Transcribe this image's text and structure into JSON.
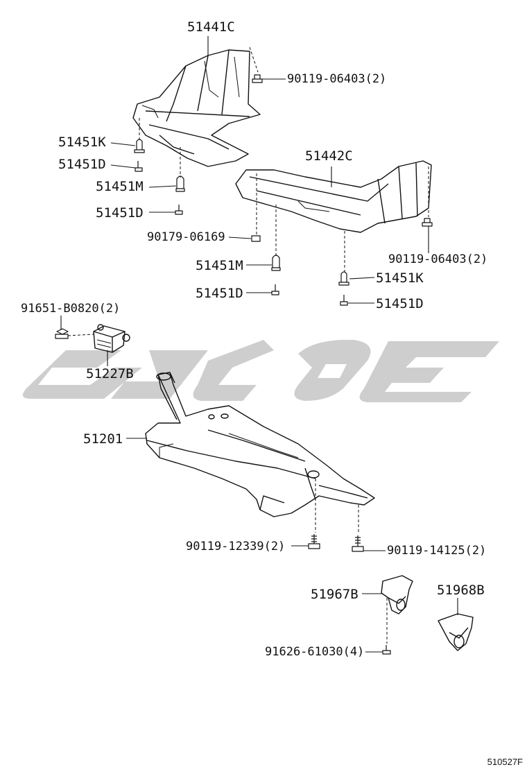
{
  "diagram": {
    "reference_code": "510527F",
    "labels": {
      "p51441C": "51441C",
      "p51442C": "51442C",
      "p90119_06403_top": "90119-06403(2)",
      "p90119_06403_right": "90119-06403(2)",
      "p51451K_left": "51451K",
      "p51451D_left1": "51451D",
      "p51451M_left": "51451M",
      "p51451D_left2": "51451D",
      "p90179_06169": "90179-06169",
      "p51451M_mid": "51451M",
      "p51451D_mid": "51451D",
      "p51451K_right": "51451K",
      "p51451D_right": "51451D",
      "p91651_B0820": "91651-B0820(2)",
      "p51227B": "51227B",
      "p51201": "51201",
      "p90119_12339": "90119-12339(2)",
      "p90119_14125": "90119-14125(2)",
      "p51967B": "51967B",
      "p51968B": "51968B",
      "p91626_61030": "91626-61030(4)"
    },
    "watermark_color": "#c8c8c8",
    "line_color": "#111111"
  }
}
